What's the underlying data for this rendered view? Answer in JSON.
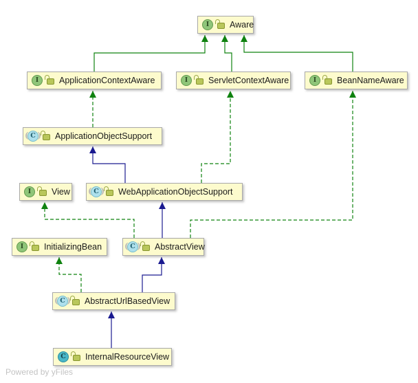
{
  "nodes": {
    "aware": {
      "label": "Aware",
      "kind": "interface",
      "icon_letter": "I"
    },
    "application_context_aware": {
      "label": "ApplicationContextAware",
      "kind": "interface",
      "icon_letter": "I"
    },
    "servlet_context_aware": {
      "label": "ServletContextAware",
      "kind": "interface",
      "icon_letter": "I"
    },
    "bean_name_aware": {
      "label": "BeanNameAware",
      "kind": "interface",
      "icon_letter": "I"
    },
    "application_object_support": {
      "label": "ApplicationObjectSupport",
      "kind": "abstract-class",
      "icon_letter": "C"
    },
    "view": {
      "label": "View",
      "kind": "interface",
      "icon_letter": "I"
    },
    "web_application_object_support": {
      "label": "WebApplicationObjectSupport",
      "kind": "abstract-class",
      "icon_letter": "C"
    },
    "initializing_bean": {
      "label": "InitializingBean",
      "kind": "interface",
      "icon_letter": "I"
    },
    "abstract_view": {
      "label": "AbstractView",
      "kind": "abstract-class",
      "icon_letter": "C"
    },
    "abstract_url_based_view": {
      "label": "AbstractUrlBasedView",
      "kind": "abstract-class",
      "icon_letter": "C"
    },
    "internal_resource_view": {
      "label": "InternalResourceView",
      "kind": "class",
      "icon_letter": "C"
    }
  },
  "edges": [
    {
      "from": "ApplicationContextAware",
      "to": "Aware",
      "type": "extends"
    },
    {
      "from": "ServletContextAware",
      "to": "Aware",
      "type": "extends"
    },
    {
      "from": "BeanNameAware",
      "to": "Aware",
      "type": "extends"
    },
    {
      "from": "ApplicationObjectSupport",
      "to": "ApplicationContextAware",
      "type": "implements"
    },
    {
      "from": "WebApplicationObjectSupport",
      "to": "ServletContextAware",
      "type": "implements"
    },
    {
      "from": "WebApplicationObjectSupport",
      "to": "ApplicationObjectSupport",
      "type": "extends"
    },
    {
      "from": "AbstractView",
      "to": "View",
      "type": "implements"
    },
    {
      "from": "AbstractView",
      "to": "BeanNameAware",
      "type": "implements"
    },
    {
      "from": "AbstractView",
      "to": "WebApplicationObjectSupport",
      "type": "extends"
    },
    {
      "from": "AbstractUrlBasedView",
      "to": "InitializingBean",
      "type": "implements"
    },
    {
      "from": "AbstractUrlBasedView",
      "to": "AbstractView",
      "type": "extends"
    },
    {
      "from": "InternalResourceView",
      "to": "AbstractUrlBasedView",
      "type": "extends"
    }
  ],
  "colors": {
    "interface_edge": "#0f820f",
    "class_edge": "#1a1a90",
    "node_fill": "#fdfbcd",
    "interface_icon": "#8fc579",
    "class_icon": "#4ab7c8"
  },
  "footer": {
    "text": "Powered by yFiles"
  }
}
